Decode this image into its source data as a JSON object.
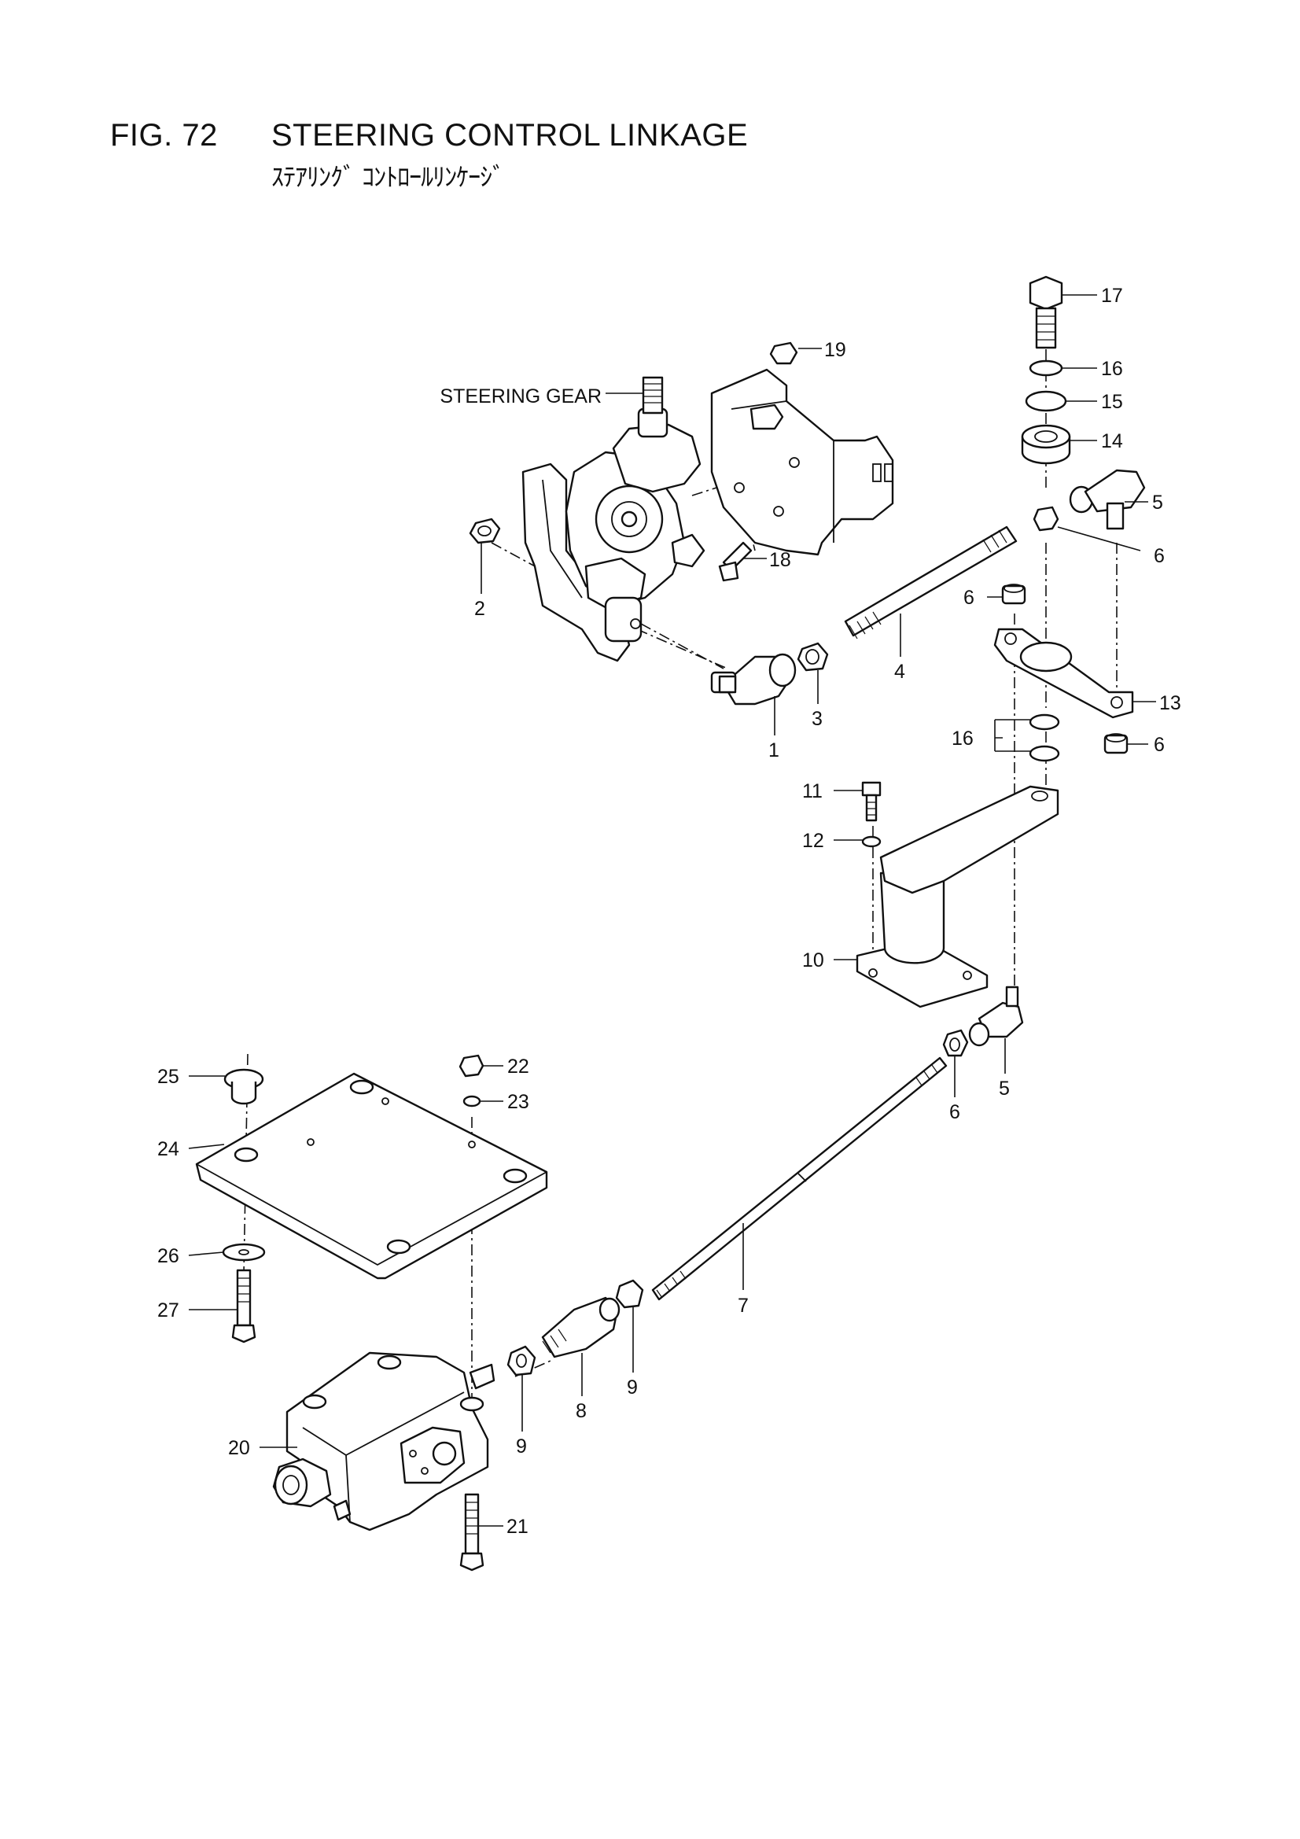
{
  "header": {
    "fig_number": "FIG. 72",
    "title": "STEERING CONTROL LINKAGE",
    "subtitle": "ｽﾃｱﾘﾝｸﾞ ｺﾝﾄﾛｰﾙﾘﾝｹｰｼﾞ"
  },
  "labels": {
    "steering_gear": "STEERING GEAR"
  },
  "callouts": {
    "c1": "1",
    "c2": "2",
    "c3": "3",
    "c4": "4",
    "c5a": "5",
    "c5b": "5",
    "c6a": "6",
    "c6b": "6",
    "c6c": "6",
    "c6d": "6",
    "c7": "7",
    "c8": "8",
    "c9a": "9",
    "c9b": "9",
    "c10": "10",
    "c11": "11",
    "c12": "12",
    "c13": "13",
    "c14": "14",
    "c15": "15",
    "c16a": "16",
    "c16b": "16",
    "c17": "17",
    "c18": "18",
    "c19": "19",
    "c20": "20",
    "c21": "21",
    "c22": "22",
    "c23": "23",
    "c24": "24",
    "c25": "25",
    "c26": "26",
    "c27": "27"
  }
}
